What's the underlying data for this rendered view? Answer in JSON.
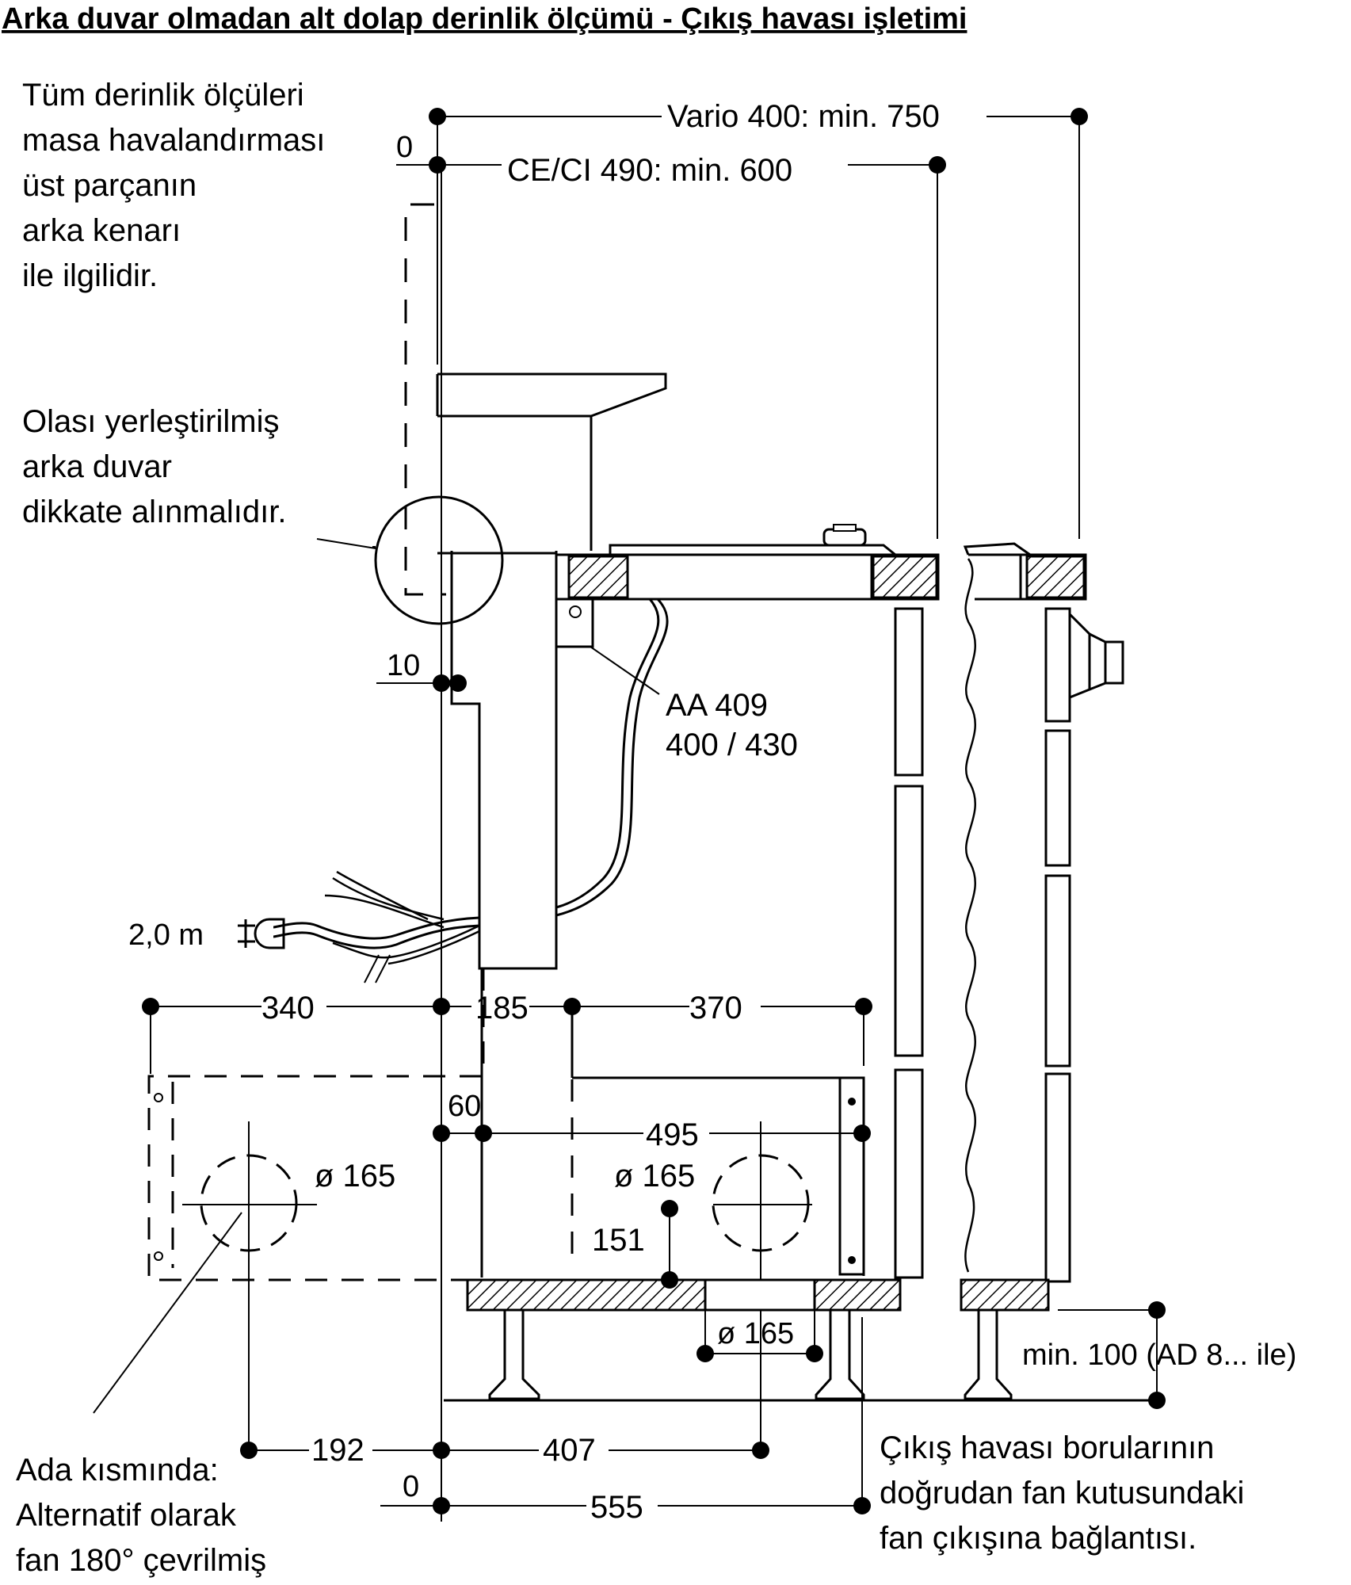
{
  "title": "Arka duvar olmadan alt dolap derinlik ölçümü - Çıkış havası işletimi",
  "notes": {
    "depth_note": [
      "Tüm derinlik ölçüleri",
      "masa havalandırması",
      "üst parçanın",
      "arka kenarı",
      "ile ilgilidir."
    ],
    "wall_note": [
      "Olası yerleştirilmiş",
      "arka duvar",
      "dikkate alınmalıdır."
    ],
    "island_note": [
      "Ada kısmında:",
      "Alternatif olarak",
      "fan 180° çevrilmiş"
    ],
    "exhaust_note": [
      "Çıkış havası borularının",
      "doğrudan fan kutusundaki",
      "fan çıkışına bağlantısı."
    ]
  },
  "dimensions": {
    "vario": "Vario 400: min. 750",
    "ce_ci": "CE/CI 490: min. 600",
    "zero_top": "0",
    "ten": "10",
    "accessory_line1": "AA 409",
    "accessory_line2": "400 / 430",
    "cable": "2,0 m",
    "d340": "340",
    "d185": "185",
    "d370": "370",
    "d60": "60",
    "d495": "495",
    "dia_left": "ø 165",
    "dia_mid": "ø 165",
    "d151": "151",
    "dia_bottom": "ø 165",
    "min100": "min. 100 (AD 8... ile)",
    "d192": "192",
    "d407": "407",
    "zero_bottom": "0",
    "d555": "555"
  }
}
